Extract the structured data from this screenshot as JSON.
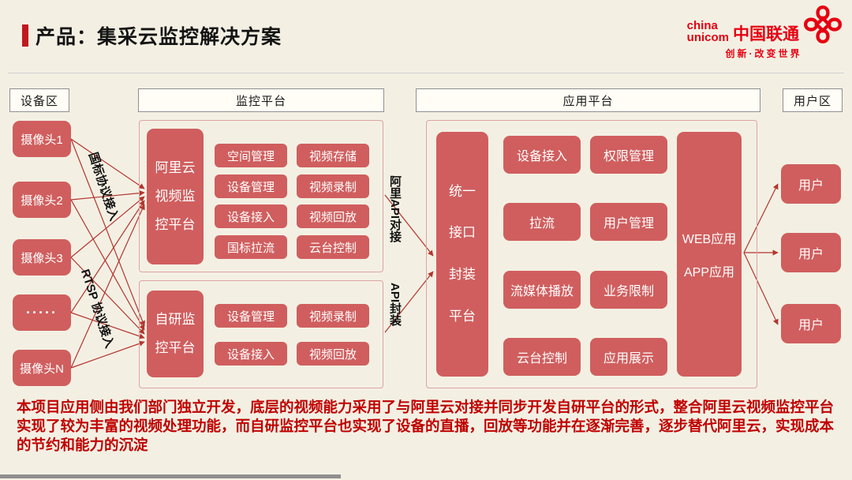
{
  "slide": {
    "title": "产品：集采云监控解决方案",
    "logo": {
      "english_line1": "china",
      "english_line2": "unicom",
      "chinese": "中国联通",
      "slogan": "创新·改变世界",
      "brand_red": "#e60012"
    },
    "footer_text": "本项目应用侧由我们部门独立开发，底层的视频能力采用了与阿里云对接并同步开发自研平台的形式，整合阿里云视频监控平台实现了较为丰富的视频处理功能，而自研监控平台也实现了设备的直播，回放等功能并在逐渐完善，逐步替代阿里云，实现成本的节约和能力的沉淀"
  },
  "colors": {
    "background": "#f3f0e3",
    "box_red": "#d05e5e",
    "arrow_red": "#b5342e",
    "footer_red": "#c00000",
    "accent_red": "#c01920"
  },
  "sections": {
    "device": {
      "header": "设备区",
      "cameras": [
        "摄像头1",
        "摄像头2",
        "摄像头3",
        "·····",
        "摄像头N"
      ]
    },
    "monitoring": {
      "header": "监控平台",
      "aliyun_platform": {
        "label": "阿里云视频监控平台",
        "modules": [
          "空间管理",
          "视频存储",
          "设备管理",
          "视频录制",
          "设备接入",
          "视频回放",
          "国标拉流",
          "云台控制"
        ]
      },
      "self_platform": {
        "label": "自研监控平台",
        "modules": [
          "设备管理",
          "视频录制",
          "设备接入",
          "视频回放"
        ]
      }
    },
    "application": {
      "header": "应用平台",
      "unified_label": "统一接口封装平台",
      "modules": [
        "设备接入",
        "权限管理",
        "拉流",
        "用户管理",
        "流媒体播放",
        "业务限制",
        "云台控制",
        "应用展示"
      ],
      "web_label": "WEB应用",
      "app_label": "APP应用"
    },
    "users": {
      "header": "用户区",
      "items": [
        "用户",
        "用户",
        "用户"
      ]
    }
  },
  "connector_labels": {
    "gb_protocol": "国标协议接入",
    "rtsp_protocol": "RTSP 协议接入",
    "ali_api": "阿里API对接",
    "api_wrap": "API封装"
  }
}
